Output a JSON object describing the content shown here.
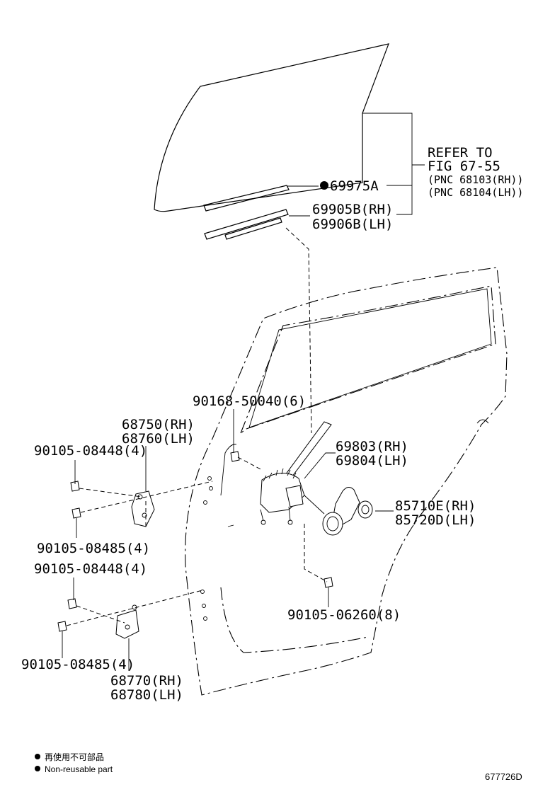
{
  "refer": {
    "line1": "REFER TO",
    "line2": "FIG 67-55",
    "line3": "(PNC 68103(RH))",
    "line4": "(PNC 68104(LH))"
  },
  "parts": {
    "p69975A": "69975A",
    "p69905B": "69905B(RH)",
    "p69906B": "69906B(LH)",
    "p90168": "90168-50040(6)",
    "p68750": "68750(RH)",
    "p68760": "68760(LH)",
    "p69803": "69803(RH)",
    "p69804": "69804(LH)",
    "p90105_08448_a": "90105-08448(4)",
    "p85710E": "85710E(RH)",
    "p85720D": "85720D(LH)",
    "p90105_08485_a": "90105-08485(4)",
    "p90105_08448_b": "90105-08448(4)",
    "p90105_06260": "90105-06260(8)",
    "p90105_08485_b": "90105-08485(4)",
    "p68770": "68770(RH)",
    "p68780": "68780(LH)"
  },
  "legend": {
    "jp": "再使用不可部品",
    "en": "Non-reusable part"
  },
  "figure_id": "677726D"
}
